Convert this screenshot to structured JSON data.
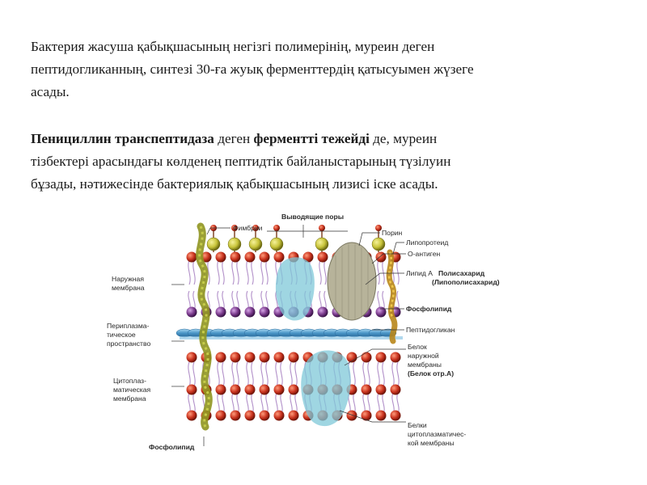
{
  "text": {
    "p1_line1": "Бактерия жасуша қабықшасының негізгі полимерінің, муреин деген",
    "p1_line2": "пептидогликанның, синтезі  30-ға жуық ферменттердің қатысуымен жүзеге",
    "p1_line3": "асады.",
    "p2_bold1": "Пенициллин  транспептидаза",
    "p2_t1": " деген ",
    "p2_bold2": "ферментті тежейді",
    "p2_t2": " де, муреин",
    "p2_line2": "тізбектері арасындағы көлденең пептидтік байланыстарының түзілуин",
    "p2_line3": "бұзады, нәтижесінде бактериялық қабықшасының лизисі іске асады."
  },
  "figure": {
    "labels": {
      "pores": "Выводящие поры",
      "fimbriae": "Фимбрии",
      "porin": "Порин",
      "lipoprotein": "Липопротеид",
      "o_antigen": "О-антиген",
      "lipid_a": "Липид А",
      "polysaccharide": "Полисахарид",
      "lps": "(Липополисахарид)",
      "outer_membrane_1": "Наружная",
      "outer_membrane_2": "мембрана",
      "periplasm_1": "Периплазма-",
      "periplasm_2": "тическое",
      "periplasm_3": "пространство",
      "phospholipid_right": "Фосфолипид",
      "peptidoglycan": "Пептидогликан",
      "omp_1": "Белок",
      "omp_2": "наружной",
      "omp_3": "мембраны",
      "omp_4": "(Белок отр.А)",
      "cytoplasmic_1": "Цитоплаз-",
      "cytoplasmic_2": "матическая",
      "cytoplasmic_3": "мембрана",
      "cmp_1": "Белки",
      "cmp_2": "цитоплазматичес-",
      "cmp_3": "кой мембраны",
      "phospholipid_bottom": "Фосфолипид"
    },
    "colors": {
      "head_red": "#c8321e",
      "head_purple": "#7a3a8c",
      "tail": "#9a6fb0",
      "peptidoglycan": "#5aa6d6",
      "protein": "#7fc8d8",
      "porin": "#a8a58a",
      "fimbria": "#9aa025",
      "lipoprotein": "#d8a82a",
      "antigen": "#c8c43a"
    }
  }
}
